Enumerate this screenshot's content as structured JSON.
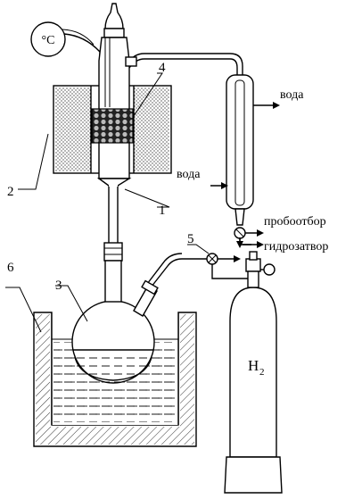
{
  "thermometer": {
    "label": "°C"
  },
  "labels": {
    "n1": "1",
    "n2": "2",
    "n3": "3",
    "n4": "4",
    "n5": "5",
    "n6": "6"
  },
  "condenser": {
    "water_out": "вода",
    "water_in": "вода"
  },
  "outlets": {
    "sampling": "пробоотбор",
    "water_seal": "гидрозатвор"
  },
  "cylinder": {
    "gas_main": "H",
    "gas_sub": "2"
  }
}
